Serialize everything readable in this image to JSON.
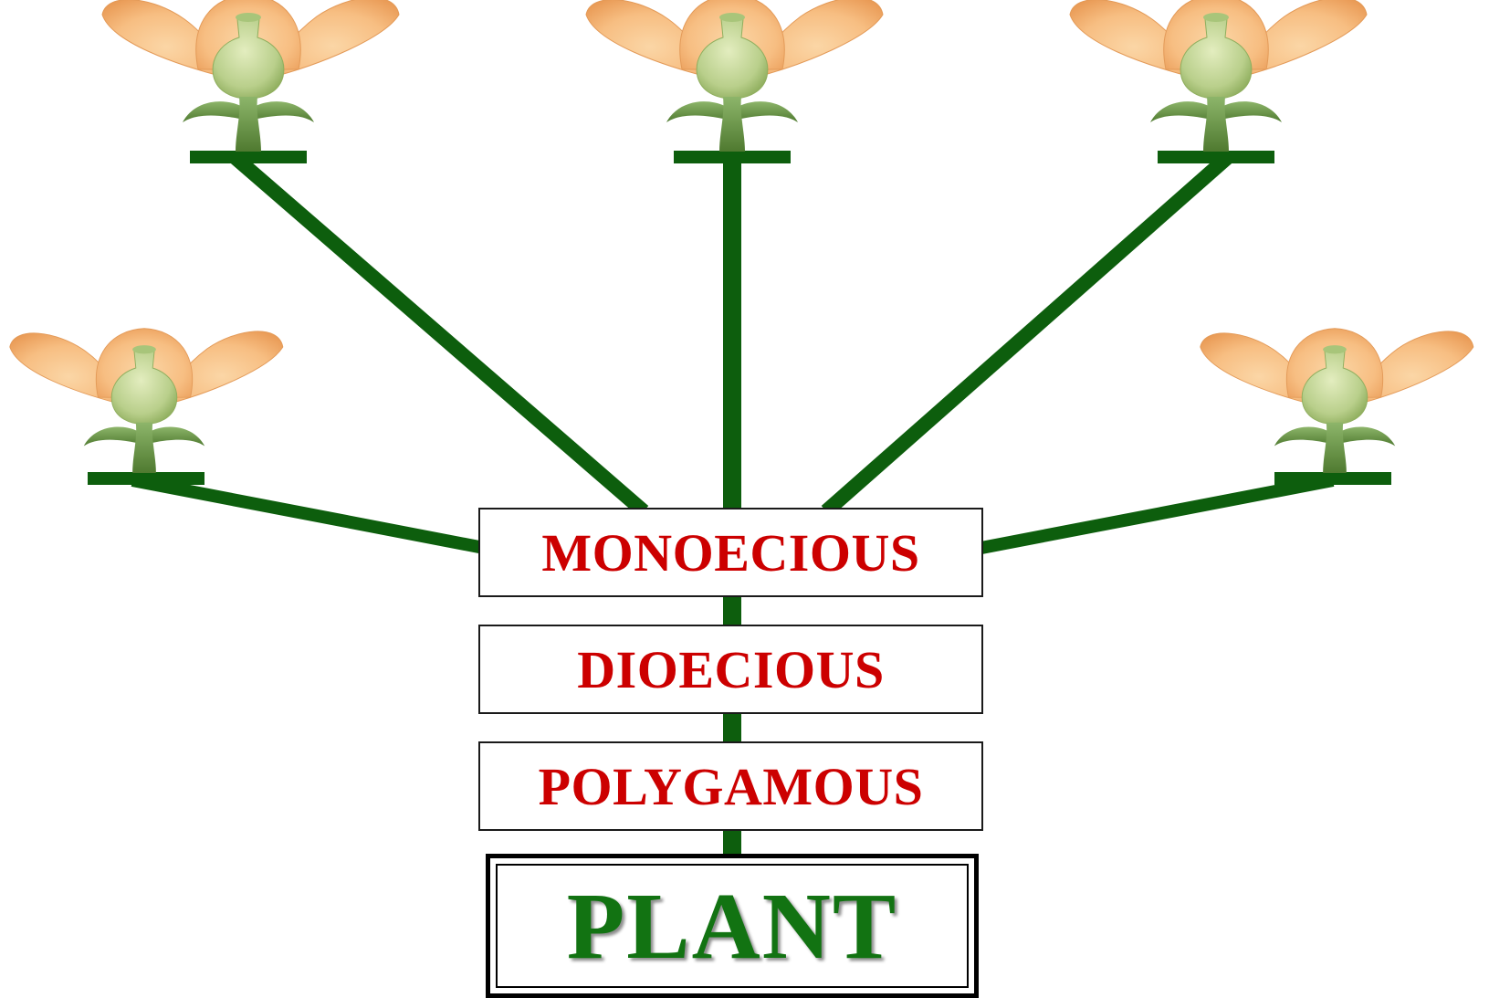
{
  "colors": {
    "stem": "#0d5e0d",
    "label_text": "#cc0000",
    "plant_text": "#127312",
    "petal": "#f7be82",
    "petal_shade": "#e79a55",
    "pistil": "#b9cf8b",
    "sepal": "#5f8a3f"
  },
  "labels": {
    "monoecious": "MONOECIOUS",
    "dioecious": "DIOECIOUS",
    "polygamous": "POLYGAMOUS",
    "plant": "PLANT"
  },
  "flowers": [
    {
      "icon": "flower-icon"
    },
    {
      "icon": "flower-icon"
    },
    {
      "icon": "flower-icon"
    },
    {
      "icon": "flower-icon"
    },
    {
      "icon": "flower-icon"
    }
  ]
}
